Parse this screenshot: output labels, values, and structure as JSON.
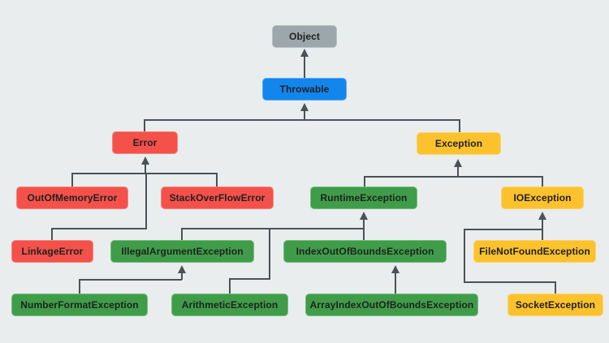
{
  "diagram": {
    "type": "hierarchy-flowchart",
    "colors": {
      "background": "#e9edee",
      "gray": "#9ba7ab",
      "blue": "#1386ee",
      "red": "#f4514b",
      "green": "#3f9d49",
      "yellow": "#fbc22d",
      "line": "#4b5257",
      "text": "#212121"
    },
    "nodes": [
      {
        "id": "object",
        "label": "Object",
        "color": "gray"
      },
      {
        "id": "throwable",
        "label": "Throwable",
        "color": "blue"
      },
      {
        "id": "error",
        "label": "Error",
        "color": "red"
      },
      {
        "id": "exception",
        "label": "Exception",
        "color": "yellow"
      },
      {
        "id": "outofmemoryerror",
        "label": "OutOfMemoryError",
        "color": "red"
      },
      {
        "id": "stackoverflowerror",
        "label": "StackOverFlowError",
        "color": "red"
      },
      {
        "id": "runtimeexception",
        "label": "RuntimeException",
        "color": "green"
      },
      {
        "id": "ioexception",
        "label": "IOException",
        "color": "yellow"
      },
      {
        "id": "linkageerror",
        "label": "LinkageError",
        "color": "red"
      },
      {
        "id": "illegalargumentexception",
        "label": "IllegalArgumentException",
        "color": "green"
      },
      {
        "id": "indexoutofboundsexception",
        "label": "IndexOutOfBoundsException",
        "color": "green"
      },
      {
        "id": "filenotfoundexception",
        "label": "FileNotFoundException",
        "color": "yellow"
      },
      {
        "id": "numberformatexception",
        "label": "NumberFormatException",
        "color": "green"
      },
      {
        "id": "arithmeticexception",
        "label": "ArithmeticException",
        "color": "green"
      },
      {
        "id": "arrayindexoutofboundsexception",
        "label": "ArrayIndexOutOfBoundsException",
        "color": "green"
      },
      {
        "id": "socketexception",
        "label": "SocketException",
        "color": "yellow"
      }
    ],
    "edges": [
      {
        "child": "Throwable",
        "parent": "Object"
      },
      {
        "child": "Error",
        "parent": "Throwable"
      },
      {
        "child": "Exception",
        "parent": "Throwable"
      },
      {
        "child": "OutOfMemoryError",
        "parent": "Error"
      },
      {
        "child": "StackOverFlowError",
        "parent": "Error"
      },
      {
        "child": "LinkageError",
        "parent": "Error"
      },
      {
        "child": "RuntimeException",
        "parent": "Exception"
      },
      {
        "child": "IOException",
        "parent": "Exception"
      },
      {
        "child": "IllegalArgumentException",
        "parent": "RuntimeException"
      },
      {
        "child": "IndexOutOfBoundsException",
        "parent": "RuntimeException"
      },
      {
        "child": "ArithmeticException",
        "parent": "RuntimeException"
      },
      {
        "child": "NumberFormatException",
        "parent": "IllegalArgumentException"
      },
      {
        "child": "ArrayIndexOutOfBoundsException",
        "parent": "IndexOutOfBoundsException"
      },
      {
        "child": "FileNotFoundException",
        "parent": "IOException"
      },
      {
        "child": "SocketException",
        "parent": "IOException"
      }
    ]
  }
}
